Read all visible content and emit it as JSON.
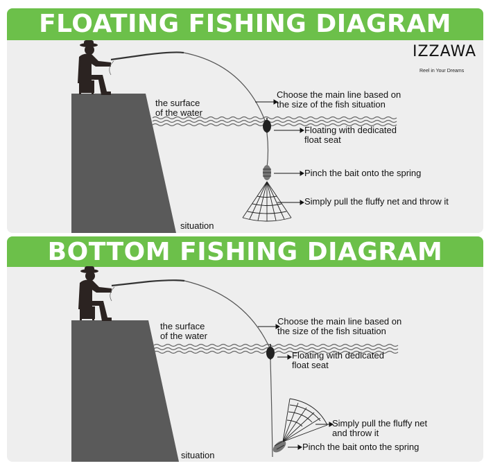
{
  "top": {
    "title": "FLOATING FISHING DIAGRAM",
    "labels": {
      "water_surface": "the surface\nof the water",
      "main_line": "Choose the main line based on\nthe size of the fish situation",
      "float_seat": "Floating with dedicated\nfloat seat",
      "bait": "Pinch the bait onto the spring",
      "net": "Simply pull the fluffy net and throw it",
      "situation": "situation"
    }
  },
  "bottom": {
    "title": "BOTTOM FISHING DIAGRAM",
    "labels": {
      "water_surface": "the surface\nof the water",
      "main_line": "Choose the main line based on\nthe size of the fish situation",
      "float_seat": "Floating with dedicated\nfloat seat",
      "net": "Simply pull the fluffy net\nand throw it",
      "bait": "Pinch the bait onto the spring",
      "situation": "situation"
    }
  },
  "brand": {
    "name": "IZZAWA",
    "tagline": "Reel in Your Dreams"
  },
  "colors": {
    "banner": "#6cc04a",
    "panel": "#eeeeee",
    "cliff": "#5a5a5a",
    "silhouette": "#2b2321"
  }
}
